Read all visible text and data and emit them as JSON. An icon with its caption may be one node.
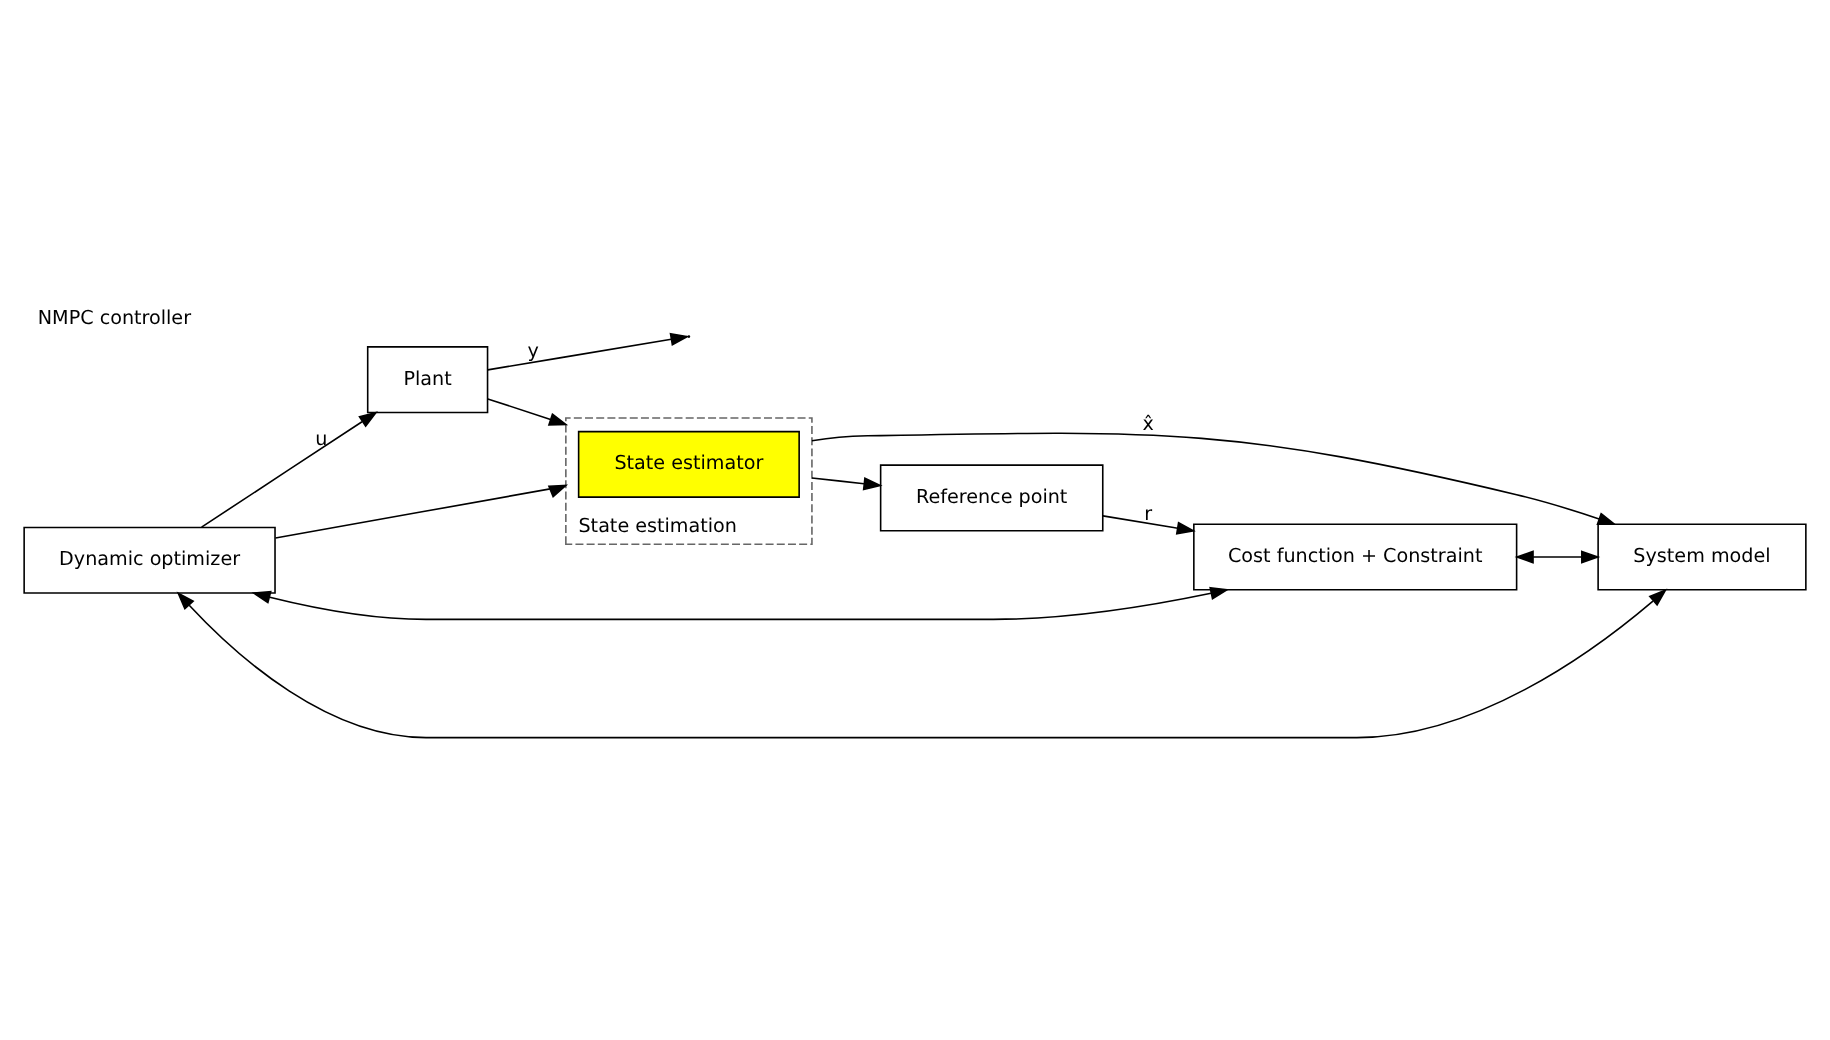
{
  "diagram": {
    "title": "NMPC controller",
    "nodes": [
      {
        "text": [
          "Dynamic optimizer"
        ]
      },
      {
        "text": [
          "Plant"
        ]
      },
      {
        "text": [
          "State estimation"
        ]
      },
      {
        "text": [
          "State estimator"
        ],
        "in": 2
      },
      {
        "text": [
          "Cost function + Constraint"
        ]
      },
      {
        "text": [
          "System model"
        ]
      },
      {
        "text": [
          "Reference point"
        ]
      }
    ],
    "edges": [
      {
        "from": 0,
        "to": 1,
        "arrow": "to",
        "label": "u"
      },
      {
        "from": 0,
        "to": 2,
        "arrow": "to"
      },
      {
        "from": 1,
        "to": null,
        "arrow": "to",
        "label": "y"
      },
      {
        "from": 1,
        "to": 2,
        "arrow": "to"
      },
      {
        "from": 2,
        "to": 5,
        "arrow": "to",
        "label": "x̂"
      },
      {
        "from": 2,
        "to": 6,
        "arrow": "to"
      },
      {
        "from": 0,
        "to": 4,
        "arrow": "both"
      },
      {
        "from": 0,
        "to": 5,
        "arrow": "both"
      },
      {
        "from": 4,
        "to": 5,
        "arrow": "both"
      },
      {
        "from": 6,
        "to": 4,
        "arrow": "to",
        "label": "r"
      }
    ]
  }
}
